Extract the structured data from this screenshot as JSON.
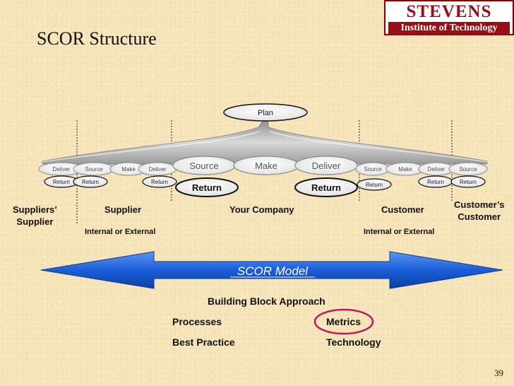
{
  "slide": {
    "title": "SCOR Structure",
    "page_number": "39",
    "logo": {
      "top": "STEVENS",
      "bottom": "Institute of Technology"
    }
  },
  "chain": {
    "plan": "Plan",
    "small": {
      "deliver": "Deliver",
      "source": "Source",
      "make": "Make",
      "return": "Return"
    },
    "big": {
      "source": "Source",
      "make": "Make",
      "deliver": "Deliver",
      "return": "Return"
    }
  },
  "entities": {
    "suppliers_supplier": [
      "Suppliers’",
      "Supplier"
    ],
    "supplier": "Supplier",
    "your_company": "Your Company",
    "customer": "Customer",
    "customers_customer": [
      "Customer’s",
      "Customer"
    ],
    "internal_external": "Internal or External"
  },
  "model": {
    "arrow_label": "SCOR Model",
    "building_block": "Building Block Approach",
    "processes": "Processes",
    "best_practice": "Best Practice",
    "metrics": "Metrics",
    "technology": "Technology"
  },
  "colors": {
    "arrow": "#1e5fd6",
    "highlight_circle": "#c0165a",
    "logo_red": "#9b0d14"
  }
}
